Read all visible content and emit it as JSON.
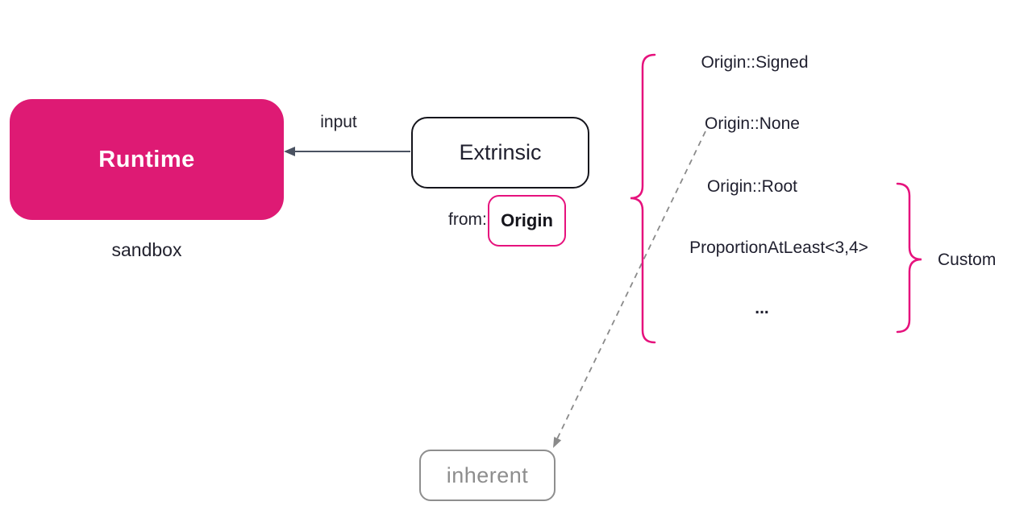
{
  "palette": {
    "brand_pink": "#DE1A74",
    "brace_pink": "#E6127D",
    "ink": "#1F1F2E",
    "muted_gray": "#8E8E8E",
    "arrow_slate": "#4A5261"
  },
  "runtime_box": {
    "label": "Runtime",
    "caption": "sandbox"
  },
  "input_arrow": {
    "label": "input"
  },
  "extrinsic_box": {
    "label": "Extrinsic"
  },
  "origin_tag": {
    "prefix": "from:",
    "label": "Origin"
  },
  "origin_variants": {
    "items": [
      {
        "label": "Origin::Signed"
      },
      {
        "label": "Origin::None"
      },
      {
        "label": "Origin::Root"
      },
      {
        "label": "ProportionAtLeast<3,4>"
      },
      {
        "label": "..."
      }
    ]
  },
  "custom_group": {
    "label": "Custom"
  },
  "inherent_box": {
    "label": "inherent"
  }
}
